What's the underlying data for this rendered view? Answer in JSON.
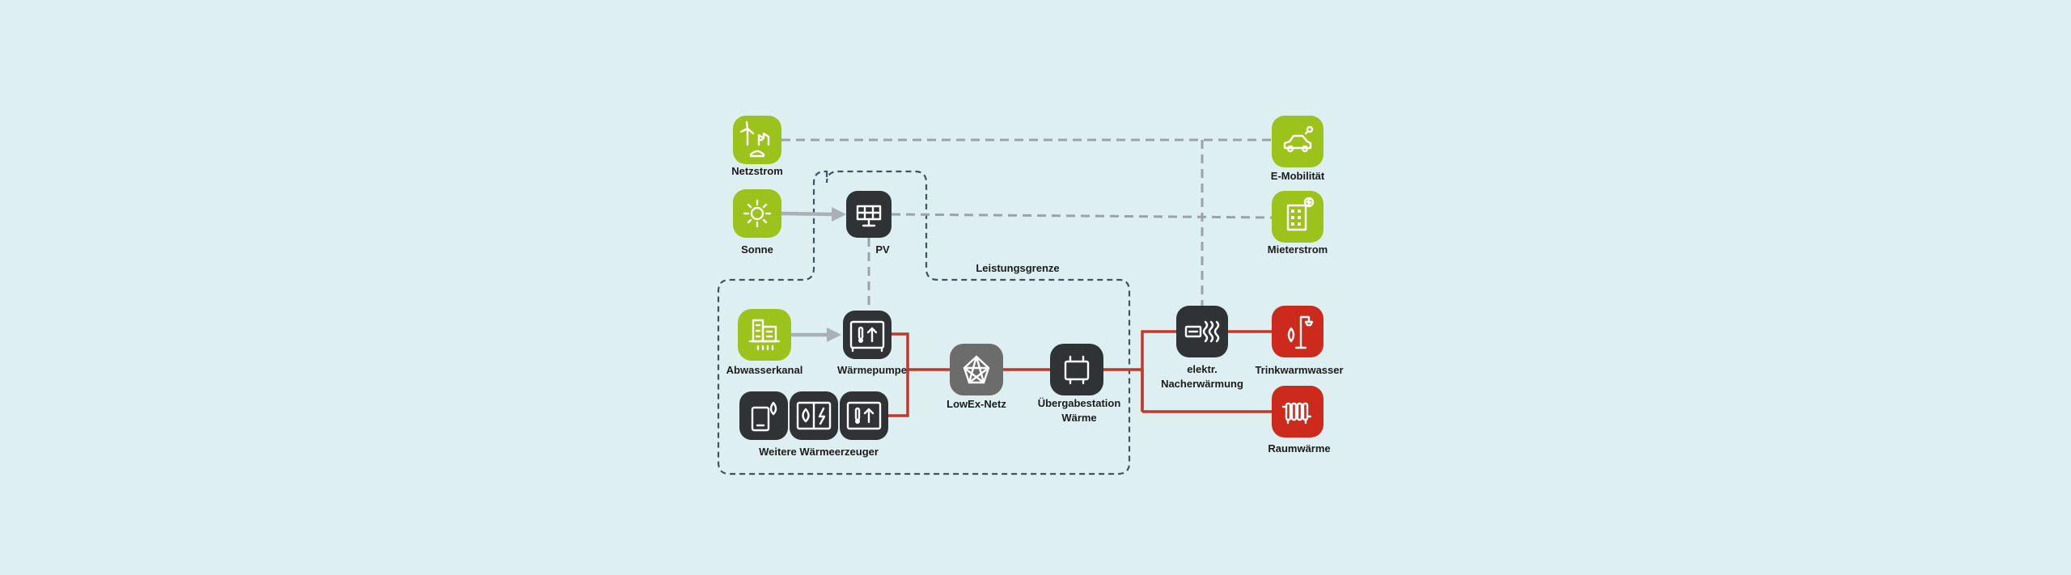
{
  "colors": {
    "background": "#deeff2",
    "green": "#9cc31c",
    "dark": "#2f3336",
    "gray": "#6c6c6c",
    "red": "#cc2a1c",
    "heat_line": "#c0392b",
    "grid_line": "#9aa3a8",
    "boundary": "#3d5560"
  },
  "boundary": {
    "label": "Leistungsgrenze"
  },
  "nodes": {
    "netzstrom": {
      "label": "Netzstrom",
      "icon": "power-grid-icon",
      "color": "green"
    },
    "sonne": {
      "label": "Sonne",
      "icon": "sun-icon",
      "color": "green"
    },
    "pv": {
      "label": "PV",
      "icon": "solar-panel-icon",
      "color": "dark"
    },
    "abwasserkanal": {
      "label": "Abwasserkanal",
      "icon": "sewer-building-icon",
      "color": "green"
    },
    "waermepumpe": {
      "label": "Wärmepumpe",
      "icon": "heat-pump-icon",
      "color": "dark"
    },
    "weitere": {
      "label": "Weitere Wärmeerzeuger",
      "icons": [
        "boiler-icon",
        "gas-electric-icon",
        "heat-pump-icon"
      ],
      "color": "dark"
    },
    "lowex": {
      "label": "LowEx-Netz",
      "icon": "network-icon",
      "color": "gray"
    },
    "uebergabe": {
      "label_line1": "Übergabestation",
      "label_line2": "Wärme",
      "icon": "transfer-station-icon",
      "color": "dark"
    },
    "nacherwaermung": {
      "label_line1": "elektr.",
      "label_line2": "Nacherwärmung",
      "icon": "electric-heater-icon",
      "color": "dark"
    },
    "emobilitaet": {
      "label": "E-Mobilität",
      "icon": "electric-car-icon",
      "color": "green"
    },
    "mieterstrom": {
      "label": "Mieterstrom",
      "icon": "tenant-building-icon",
      "color": "green"
    },
    "trinkwarmwasser": {
      "label": "Trinkwarmwasser",
      "icon": "shower-icon",
      "color": "red"
    },
    "raumwaerme": {
      "label": "Raumwärme",
      "icon": "radiator-icon",
      "color": "red"
    }
  }
}
